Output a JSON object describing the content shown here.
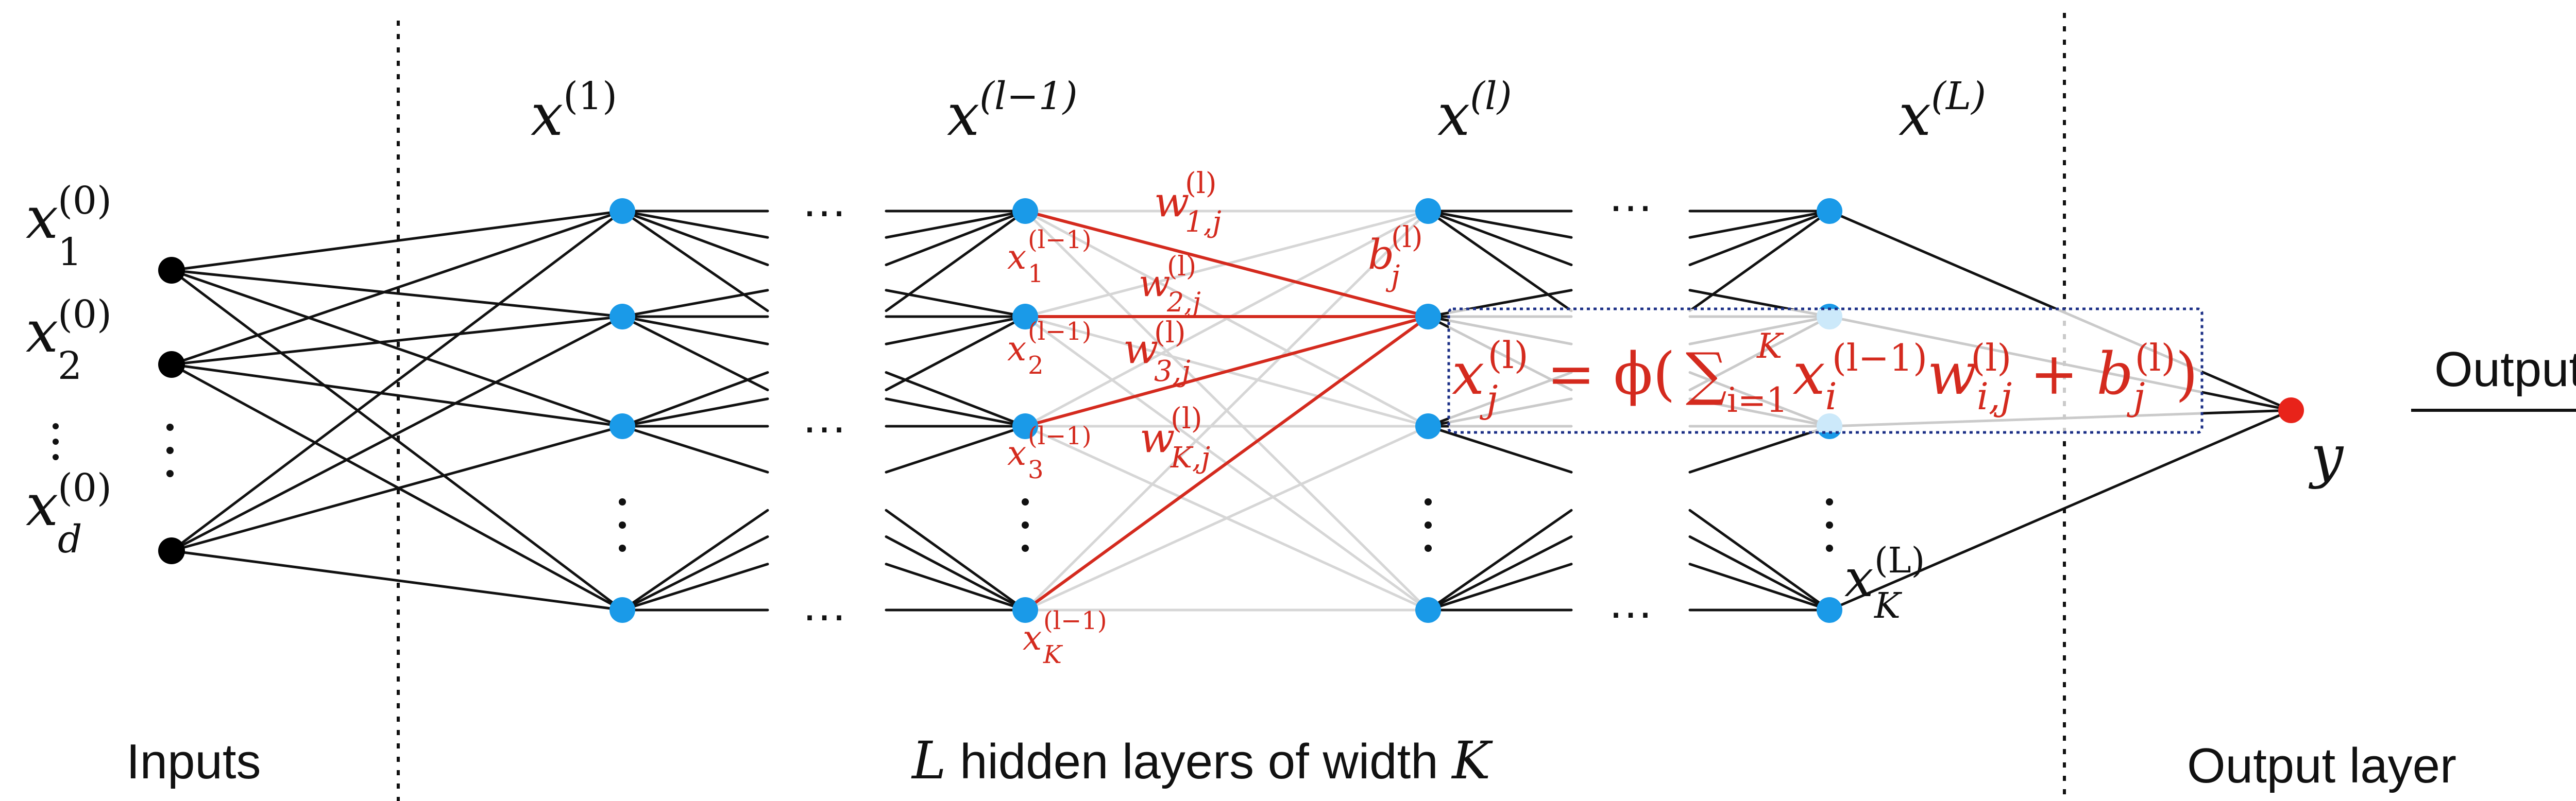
{
  "diagram": {
    "footer": {
      "inputs": "Inputs",
      "hidden_L": "L",
      "hidden_mid": " hidden layers of width ",
      "hidden_K": "K",
      "output_layer": "Output layer"
    },
    "layer_titles": {
      "first": {
        "base": "x",
        "sup": "(1)"
      },
      "prev": {
        "base": "x",
        "sup": "(l−1)"
      },
      "cur": {
        "base": "x",
        "sup": "(l)"
      },
      "last": {
        "base": "x",
        "sup": "(L)"
      }
    },
    "inputs": [
      {
        "base": "x",
        "sup": "(0)",
        "sub": "1"
      },
      {
        "base": "x",
        "sup": "(0)",
        "sub": "2"
      },
      {
        "base": "x",
        "sup": "(0)",
        "sub": "d"
      }
    ],
    "prev_layer_labels": [
      {
        "base": "x",
        "sup": "(l−1)",
        "sub": "1"
      },
      {
        "base": "x",
        "sup": "(l−1)",
        "sub": "2"
      },
      {
        "base": "x",
        "sup": "(l−1)",
        "sub": "3"
      },
      {
        "base": "x",
        "sup": "(l−1)",
        "sub": "K"
      }
    ],
    "weights": [
      {
        "base": "w",
        "sup": "(l)",
        "sub": "1,j"
      },
      {
        "base": "w",
        "sup": "(l)",
        "sub": "2,j"
      },
      {
        "base": "w",
        "sup": "(l)",
        "sub": "3,j"
      },
      {
        "base": "w",
        "sup": "(l)",
        "sub": "K,j"
      }
    ],
    "bias": {
      "base": "b",
      "sup": "(l)",
      "sub": "j"
    },
    "last_node_label": {
      "base": "x",
      "sup": "(L)",
      "sub": "K"
    },
    "output_var": "y",
    "output_arrow_label": "Output",
    "ellipsis": "…",
    "formula": {
      "lhs_base": "x",
      "lhs_sub": "j",
      "lhs_sup": "(l)",
      "equals": " = ϕ(",
      "sigma": "∑",
      "sigma_sub": "i=1",
      "sigma_sup": "K",
      "x_base": "x",
      "x_sub": "i",
      "x_sup": "(l−1)",
      "w_base": "w",
      "w_sub": "i,j",
      "w_sup": "(l)",
      "plus": " + ",
      "b_base": "b",
      "b_sub": "j",
      "b_sup": "(l)",
      "close": ")"
    },
    "colors": {
      "node_hidden": "#1a9ae8",
      "node_input": "#000000",
      "node_output": "#e8231a",
      "highlight": "#d42a1e",
      "faint_edge": "#d6d6d6",
      "formula_border": "#1b2f86"
    }
  }
}
